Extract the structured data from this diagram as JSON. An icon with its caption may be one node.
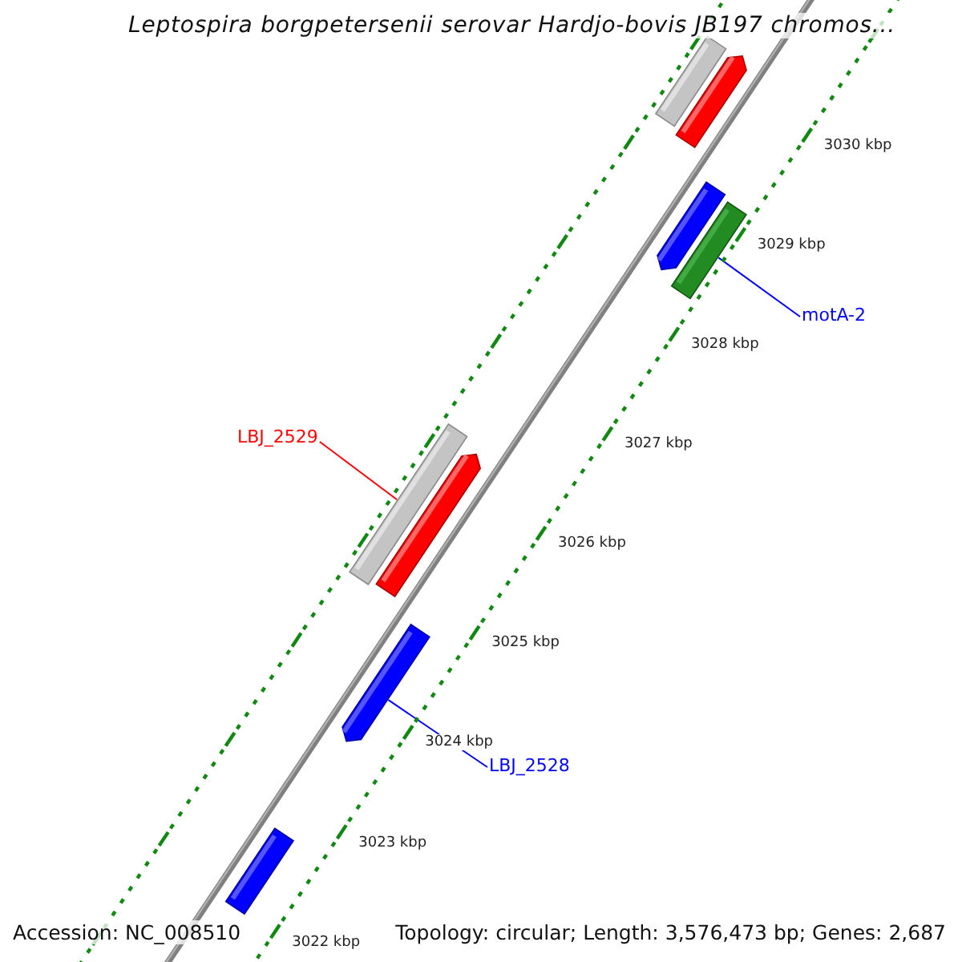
{
  "diagram": {
    "title": "Leptospira borgpetersenii serovar Hardjo-bovis JB197 chromos...",
    "nodes": [
      {
        "text": [],
        "shape": "bar"
      },
      {
        "text": [],
        "shape": "bar"
      },
      {
        "text": [],
        "shape": "bar"
      },
      {
        "text": [],
        "shape": "bar"
      },
      {
        "text": [
          "motA-2"
        ]
      },
      {
        "text": [
          "LBJ_2529"
        ]
      },
      {
        "text": [],
        "shape": "bar"
      },
      {
        "text": [],
        "shape": "bar"
      },
      {
        "text": [],
        "shape": "bar"
      },
      {
        "text": [
          "LBJ_2528"
        ]
      },
      {
        "text": [],
        "shape": "bar"
      }
    ],
    "edges": [
      {
        "from": 4,
        "to": 3,
        "arrow": "none",
        "color": "#0000ff"
      },
      {
        "from": 5,
        "to": 6,
        "arrow": "none",
        "color": "#ff0000"
      },
      {
        "from": 9,
        "to": 8,
        "arrow": "none",
        "color": "#0000ff"
      }
    ],
    "labels": [
      "3030 kbp",
      "3029 kbp",
      "3028 kbp",
      "3027 kbp",
      "3026 kbp",
      "3025 kbp",
      "3024 kbp",
      "3023 kbp",
      "3022 kbp",
      "Accession: NC_008510",
      "Topology: circular; Length: 3,576,473 bp; Genes: 2,687"
    ]
  }
}
